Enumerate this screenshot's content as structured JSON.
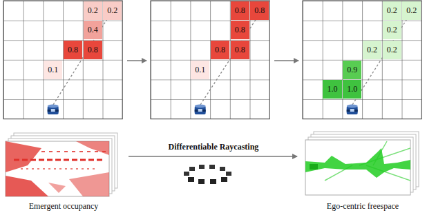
{
  "diagram": {
    "labels": [
      "0.2",
      "0.2",
      "0.4",
      "0.8",
      "0.8",
      "0.1",
      "0.8",
      "0.8",
      "0.8",
      "0.8",
      "0.8",
      "0.1",
      "0.2",
      "0.2",
      "0.2",
      "0.2",
      "0.2",
      "0.9",
      "1.0",
      "1.0",
      "Emergent occupancy",
      "Differentiable Raycasting",
      "Ego-centric freespace"
    ]
  }
}
